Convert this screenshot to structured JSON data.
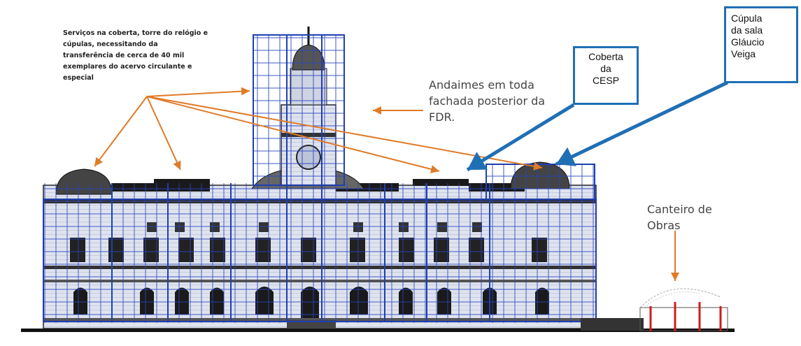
{
  "annotations": {
    "services": {
      "lines": [
        "Serviços na coberta, torre do relógio e",
        "cúpulas, necessitando da",
        "transferência de cerca de 40 mil",
        "exemplares do acervo circulante e",
        "especial"
      ]
    },
    "scaffolding": {
      "lines": [
        "Andaimes em toda",
        "fachada posterior da",
        "FDR."
      ]
    },
    "worksite": {
      "lines": [
        "Canteiro de",
        "Obras"
      ]
    }
  },
  "callouts": {
    "cesp": {
      "lines": [
        "Coberta",
        "da",
        "CESP"
      ]
    },
    "dome": {
      "lines": [
        "Cúpula",
        "da sala",
        "Gláucio",
        "Veiga"
      ]
    }
  },
  "colors": {
    "scaffold": "#1f3fb0",
    "callout_border": "#1f6fb5",
    "arrow_orange": "#e07b28",
    "arrow_blue": "#1f6fb5",
    "facade": "#1a1a1a"
  }
}
